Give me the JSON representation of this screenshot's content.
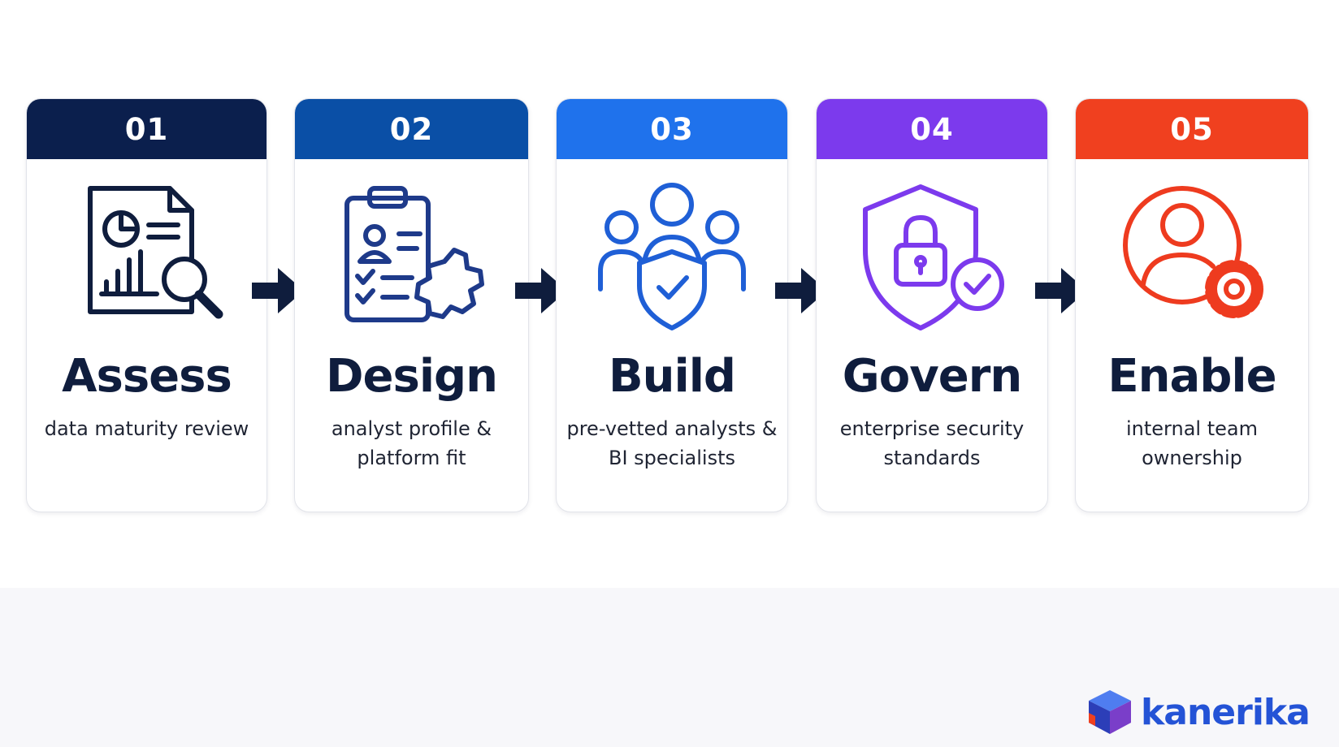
{
  "steps": [
    {
      "number": "01",
      "title": "Assess",
      "desc_lines": [
        "data maturity review"
      ],
      "color": "#0b1f4d",
      "icon": "report-analysis-icon"
    },
    {
      "number": "02",
      "title": "Design",
      "desc_lines": [
        "analyst profile &",
        "platform fit"
      ],
      "color": "#0a4fa6",
      "icon": "clipboard-puzzle-icon"
    },
    {
      "number": "03",
      "title": "Build",
      "desc_lines": [
        "pre-vetted analysts &",
        "BI specialists"
      ],
      "color": "#1f72ec",
      "icon": "team-shield-icon"
    },
    {
      "number": "04",
      "title": "Govern",
      "desc_lines": [
        "enterprise security",
        "standards"
      ],
      "color": "#7c3aed",
      "icon": "security-shield-lock-icon"
    },
    {
      "number": "05",
      "title": "Enable",
      "desc_lines": [
        "internal team",
        "ownership"
      ],
      "color": "#f0401f",
      "icon": "user-gear-icon"
    }
  ],
  "arrow_color": "#0f1d3d",
  "brand": {
    "name": "kanerika",
    "color": "#2453d6"
  }
}
